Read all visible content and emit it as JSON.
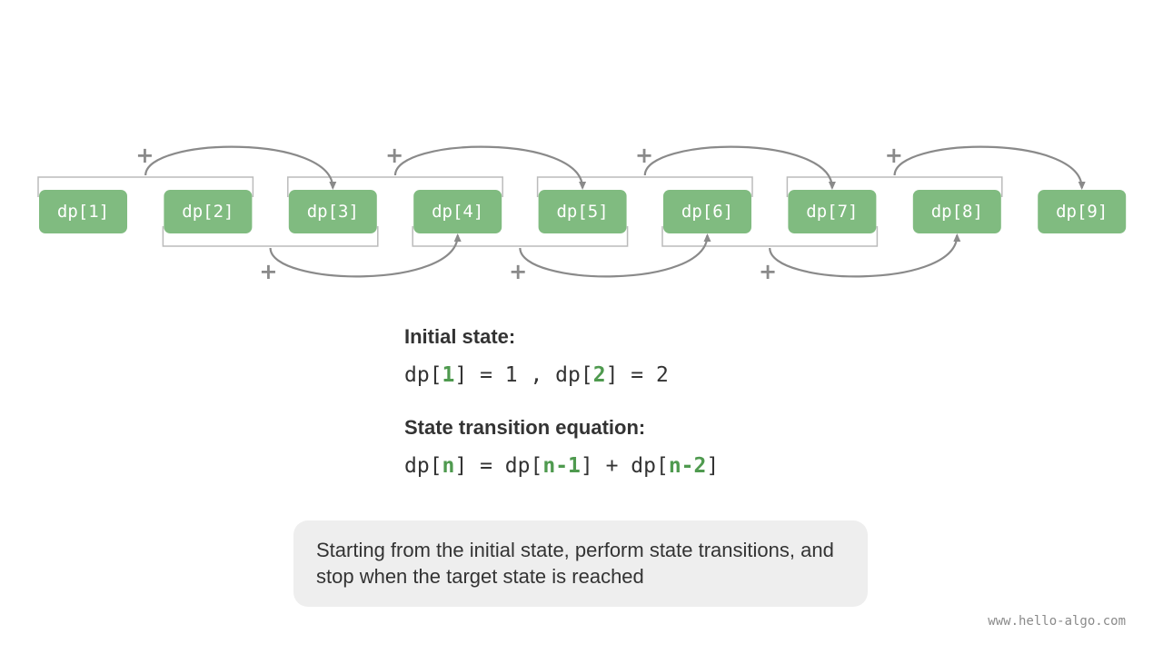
{
  "cells": [
    "dp[1]",
    "dp[2]",
    "dp[3]",
    "dp[4]",
    "dp[5]",
    "dp[6]",
    "dp[7]",
    "dp[8]",
    "dp[9]"
  ],
  "transitions": [
    {
      "sources": [
        1,
        2
      ],
      "target": 3,
      "side": "top"
    },
    {
      "sources": [
        2,
        3
      ],
      "target": 4,
      "side": "bottom"
    },
    {
      "sources": [
        3,
        4
      ],
      "target": 5,
      "side": "top"
    },
    {
      "sources": [
        4,
        5
      ],
      "target": 6,
      "side": "bottom"
    },
    {
      "sources": [
        5,
        6
      ],
      "target": 7,
      "side": "top"
    },
    {
      "sources": [
        6,
        7
      ],
      "target": 8,
      "side": "bottom"
    },
    {
      "sources": [
        7,
        8
      ],
      "target": 9,
      "side": "top"
    }
  ],
  "plus_symbol": "+",
  "initial_state": {
    "heading": "Initial state:",
    "formula_parts": [
      "dp[",
      "1",
      "] = 1 , dp[",
      "2",
      "] = 2"
    ]
  },
  "transition_equation": {
    "heading": "State transition equation:",
    "formula_parts": [
      "dp[",
      "n",
      "] = dp[",
      "n-1",
      "] + dp[",
      "n-2",
      "]"
    ]
  },
  "note": "Starting from the initial state, perform state transitions, and stop when the target state is reached",
  "watermark": "www.hello-algo.com",
  "colors": {
    "cell_fill": "#80bb80",
    "cell_text": "#ffffff",
    "highlight": "#4f9a4f",
    "arrow": "#8a8a8a",
    "bracket": "#bbbbbb",
    "note_background": "#eeeeee",
    "text": "#333333"
  }
}
